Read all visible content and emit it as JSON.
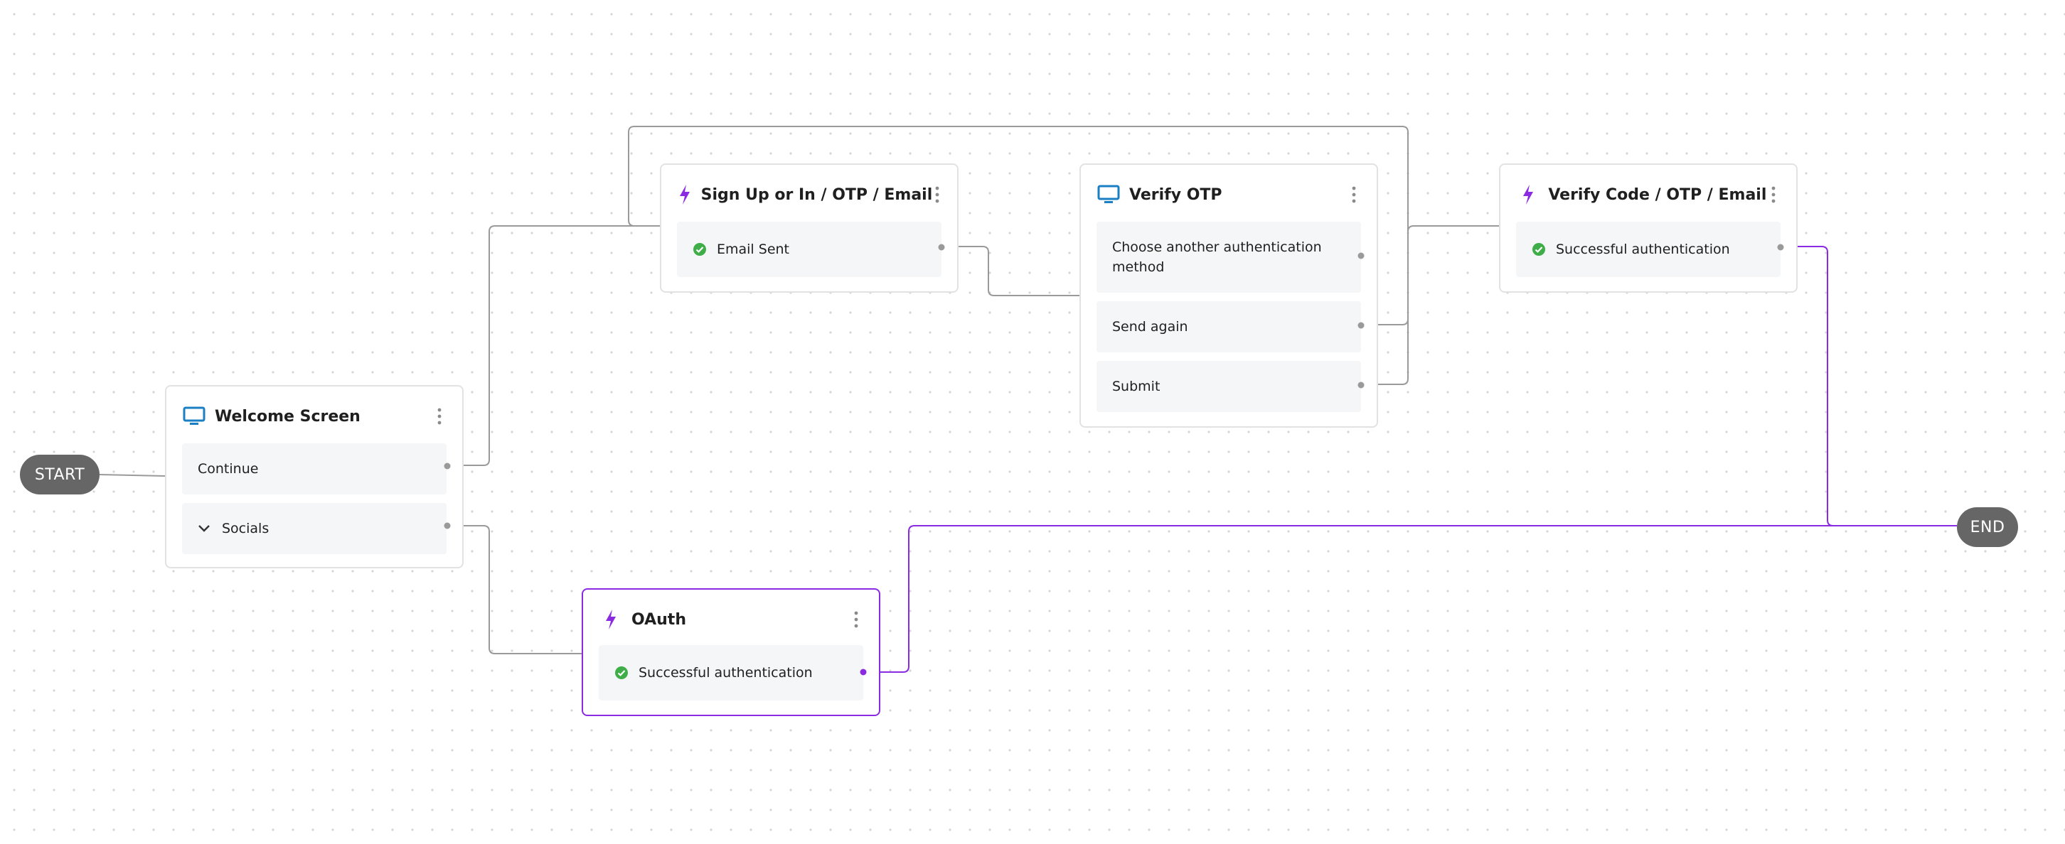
{
  "terminals": {
    "start": "START",
    "end": "END"
  },
  "nodes": {
    "welcome": {
      "title": "Welcome Screen",
      "icon": "screen-icon",
      "outputs": [
        {
          "label": "Continue"
        },
        {
          "label": "Socials",
          "icon": "chevron-down-icon"
        }
      ]
    },
    "signup": {
      "title": "Sign Up or In / OTP / Email",
      "icon": "bolt-icon",
      "outputs": [
        {
          "label": "Email Sent",
          "icon": "check-circle-icon"
        }
      ]
    },
    "verify_otp": {
      "title": "Verify OTP",
      "icon": "screen-icon",
      "outputs": [
        {
          "label": "Choose another authentication method"
        },
        {
          "label": "Send again"
        },
        {
          "label": "Submit"
        }
      ]
    },
    "verify_code": {
      "title": "Verify Code / OTP / Email",
      "icon": "bolt-icon",
      "outputs": [
        {
          "label": "Successful authentication",
          "icon": "check-circle-icon"
        }
      ]
    },
    "oauth": {
      "title": "OAuth",
      "icon": "bolt-icon",
      "selected": true,
      "outputs": [
        {
          "label": "Successful authentication",
          "icon": "check-circle-icon"
        }
      ]
    }
  },
  "colors": {
    "edge": "#9a9a9a",
    "edge_active": "#8a2be2",
    "action_icon": "#8a2be2",
    "screen_icon": "#1b7fc4",
    "success": "#3fae49",
    "terminal_bg": "#666666"
  }
}
